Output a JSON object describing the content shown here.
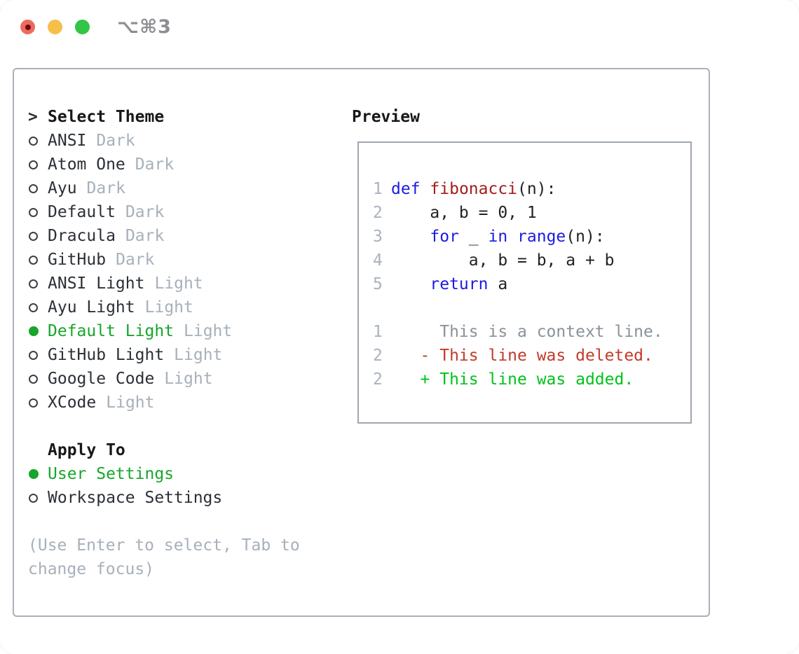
{
  "window": {
    "title": "⌥⌘3",
    "traffic_lights": {
      "close": "red-with-dot",
      "minimize": "yellow",
      "zoom": "green"
    }
  },
  "theme_picker": {
    "cursor_marker": ">",
    "heading": "Select Theme",
    "items": [
      {
        "name": "ANSI",
        "badge": "Dark",
        "selected": false
      },
      {
        "name": "Atom One",
        "badge": "Dark",
        "selected": false
      },
      {
        "name": "Ayu",
        "badge": "Dark",
        "selected": false
      },
      {
        "name": "Default",
        "badge": "Dark",
        "selected": false
      },
      {
        "name": "Dracula",
        "badge": "Dark",
        "selected": false
      },
      {
        "name": "GitHub",
        "badge": "Dark",
        "selected": false
      },
      {
        "name": "ANSI Light",
        "badge": "Light",
        "selected": false
      },
      {
        "name": "Ayu Light",
        "badge": "Light",
        "selected": false
      },
      {
        "name": "Default Light",
        "badge": "Light",
        "selected": true
      },
      {
        "name": "GitHub Light",
        "badge": "Light",
        "selected": false
      },
      {
        "name": "Google Code",
        "badge": "Light",
        "selected": false
      },
      {
        "name": "XCode",
        "badge": "Light",
        "selected": false
      }
    ]
  },
  "apply_to": {
    "heading": "Apply To",
    "options": [
      {
        "label": "User Settings",
        "selected": true
      },
      {
        "label": "Workspace Settings",
        "selected": false
      }
    ]
  },
  "footer_hint": "(Use Enter to select, Tab to\nchange focus)",
  "preview": {
    "heading": "Preview",
    "lines": [
      {
        "num": "1",
        "segments": [
          [
            "kw",
            "def"
          ],
          [
            "pl",
            " "
          ],
          [
            "fn",
            "fibonacci"
          ],
          [
            "pl",
            "(n):"
          ]
        ]
      },
      {
        "num": "2",
        "segments": [
          [
            "pl",
            "    a, b = 0, 1"
          ]
        ]
      },
      {
        "num": "3",
        "segments": [
          [
            "pl",
            "    "
          ],
          [
            "kw",
            "for"
          ],
          [
            "pl",
            " _ "
          ],
          [
            "kw",
            "in"
          ],
          [
            "pl",
            " "
          ],
          [
            "kw",
            "range"
          ],
          [
            "pl",
            "(n):"
          ]
        ]
      },
      {
        "num": "4",
        "segments": [
          [
            "pl",
            "        a, b = b, a + b"
          ]
        ]
      },
      {
        "num": "5",
        "segments": [
          [
            "pl",
            "    "
          ],
          [
            "kw",
            "return"
          ],
          [
            "pl",
            " a"
          ]
        ]
      },
      {
        "num": "",
        "segments": []
      },
      {
        "num": "1",
        "segments": [
          [
            "ctx",
            "     This is a context line."
          ]
        ]
      },
      {
        "num": "2",
        "segments": [
          [
            "del",
            "   - This line was deleted."
          ]
        ]
      },
      {
        "num": "2",
        "segments": [
          [
            "add",
            "   + This line was added."
          ]
        ]
      }
    ]
  },
  "colors": {
    "selected_green": "#17a52b",
    "diff_added_green": "#00c21c",
    "diff_deleted_red": "#c23b2a",
    "keyword_blue": "#1b1be6",
    "function_red": "#a31d1d",
    "muted_gray": "#a7b0ba",
    "context_gray": "#8b929a",
    "ink": "#2b3036",
    "panel_border": "#a9b0ba",
    "traffic_red": "#ee6a5e",
    "traffic_yellow": "#f5bf4a",
    "traffic_green": "#32c546"
  }
}
